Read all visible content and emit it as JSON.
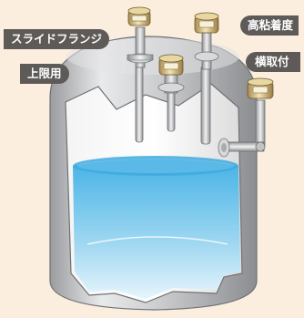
{
  "labels": {
    "slide_flange": "スライドフランジ",
    "upper_limit": "上限用",
    "high_viscosity": "高粘着度",
    "side_mount": "横取付"
  },
  "colors": {
    "background": "#fbeede",
    "label_bg": "#5e5a58",
    "liquid": "#5dbbe8",
    "tank": "#c9cbcd"
  },
  "icons": [
    "level-switch-icon"
  ]
}
